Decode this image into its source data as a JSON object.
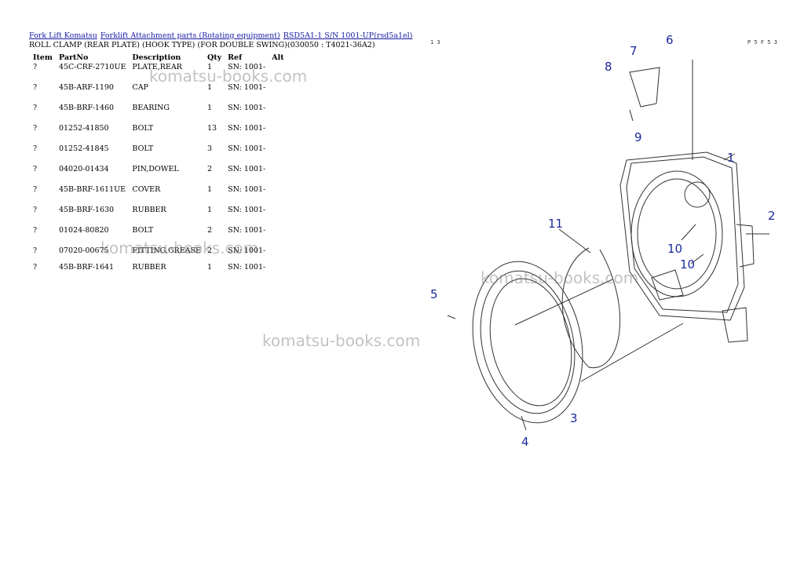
{
  "breadcrumb": {
    "links": [
      "Fork Lift Komatsu",
      "Forklift Attachment parts (Rotating equipment)",
      "RSD5A1-1 S/N 1001-UP(rsd5a1el)"
    ]
  },
  "page_title": "ROLL CLAMP (REAR PLATE) (HOOK TYPE) (FOR DOUBLE SWING)(030050 : T4021-36A2)",
  "table": {
    "headers": [
      "Item",
      "PartNo",
      "Description",
      "Qty",
      "Ref",
      "Alt"
    ],
    "rows": [
      {
        "item": "?",
        "part": "45C-CRF-2710UE",
        "desc": "PLATE,REAR",
        "qty": "1",
        "ref": "SN: 1001-"
      },
      {
        "item": "?",
        "part": "45B-ARF-1190",
        "desc": "CAP",
        "qty": "1",
        "ref": "SN: 1001-"
      },
      {
        "item": "?",
        "part": "45B-BRF-1460",
        "desc": "BEARING",
        "qty": "1",
        "ref": "SN: 1001-"
      },
      {
        "item": "?",
        "part": "01252-41850",
        "desc": "BOLT",
        "qty": "13",
        "ref": "SN: 1001-"
      },
      {
        "item": "?",
        "part": "01252-41845",
        "desc": "BOLT",
        "qty": "3",
        "ref": "SN: 1001-"
      },
      {
        "item": "?",
        "part": "04020-01434",
        "desc": "PIN,DOWEL",
        "qty": "2",
        "ref": "SN: 1001-"
      },
      {
        "item": "?",
        "part": "45B-BRF-1611UE",
        "desc": "COVER",
        "qty": "1",
        "ref": "SN: 1001-"
      },
      {
        "item": "?",
        "part": "45B-BRF-1630",
        "desc": "RUBBER",
        "qty": "1",
        "ref": "SN: 1001-"
      },
      {
        "item": "?",
        "part": "01024-80820",
        "desc": "BOLT",
        "qty": "2",
        "ref": "SN: 1001-"
      },
      {
        "item": "?",
        "part": "07020-00675",
        "desc": "FITTING,GREASE",
        "qty": "2",
        "ref": "SN: 1001-"
      },
      {
        "item": "?",
        "part": "45B-BRF-1641",
        "desc": "RUBBER",
        "qty": "1",
        "ref": "SN: 1001-"
      }
    ]
  },
  "watermark": "komatsu-books.com",
  "diagram": {
    "corner_left": "1 3",
    "corner_right": "P 5 F 5 3",
    "callouts": [
      "1",
      "2",
      "3",
      "4",
      "5",
      "6",
      "7",
      "8",
      "9",
      "10",
      "10",
      "11"
    ]
  }
}
